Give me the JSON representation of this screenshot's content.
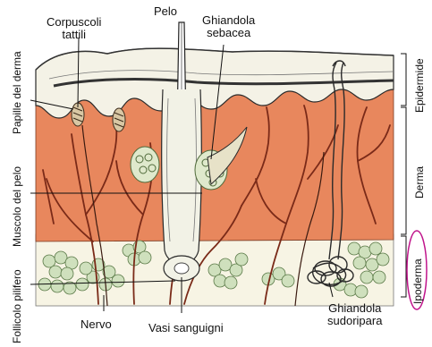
{
  "labels": {
    "corpuscoli_tattili_1": "Corpuscoli",
    "corpuscoli_tattili_2": "tattili",
    "pelo": "Pelo",
    "ghiandola_sebacea_1": "Ghiandola",
    "ghiandola_sebacea_2": "sebacea",
    "papille_del_derma": "Papille del derma",
    "muscolo_del_pelo": "Muscolo del pelo",
    "follicolo_pilifero": "Follicolo pilifero",
    "nervo": "Nervo",
    "vasi_sanguigni": "Vasi sanguigni",
    "ghiandola_sudoripara_1": "Ghiandola",
    "ghiandola_sudoripara_2": "sudoripara",
    "epidermide": "Epidermide",
    "derma": "Derma",
    "ipoderma": "Ipoderma"
  },
  "colors": {
    "dermis": "#e8875d",
    "epidermis": "#f4f2e6",
    "hypodermis": "#f7f4e4",
    "fat_cells": "#cfe0bd",
    "line": "#2a2a2a",
    "highlight_oval": "#c0158c",
    "vessel": "#7a2a18"
  }
}
